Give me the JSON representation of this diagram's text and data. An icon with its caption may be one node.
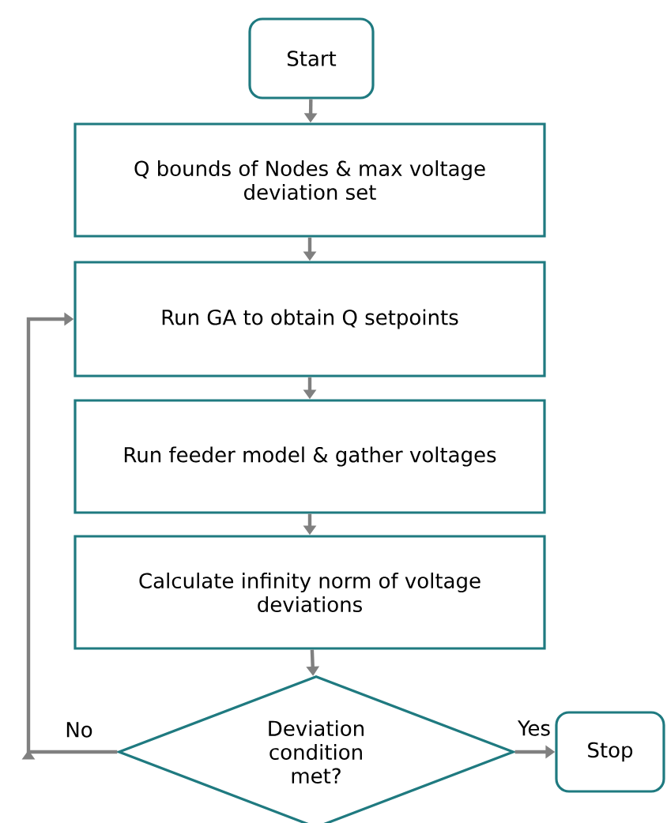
{
  "diagram": {
    "nodes": [
      {
        "text": [
          "Start"
        ]
      },
      {
        "text": [
          "Q bounds of Nodes & max voltage deviation set"
        ]
      },
      {
        "text": [
          "Run GA to obtain Q setpoints"
        ]
      },
      {
        "text": [
          "Run feeder model & gather voltages"
        ]
      },
      {
        "text": [
          "Calculate infinity norm of voltage deviations"
        ]
      },
      {
        "text": [
          "Deviation condition met?"
        ]
      },
      {
        "text": [
          "Stop"
        ]
      }
    ],
    "edges": [
      {
        "from": 0,
        "to": 1,
        "arrow": "to"
      },
      {
        "from": 1,
        "to": 2,
        "arrow": "to"
      },
      {
        "from": 2,
        "to": 3,
        "arrow": "to"
      },
      {
        "from": 3,
        "to": 4,
        "arrow": "to"
      },
      {
        "from": 4,
        "to": 5,
        "arrow": "to"
      },
      {
        "from": 5,
        "to": 2,
        "arrow": "to",
        "label": "No"
      },
      {
        "from": 5,
        "to": 6,
        "arrow": "to",
        "label": "Yes"
      }
    ]
  }
}
